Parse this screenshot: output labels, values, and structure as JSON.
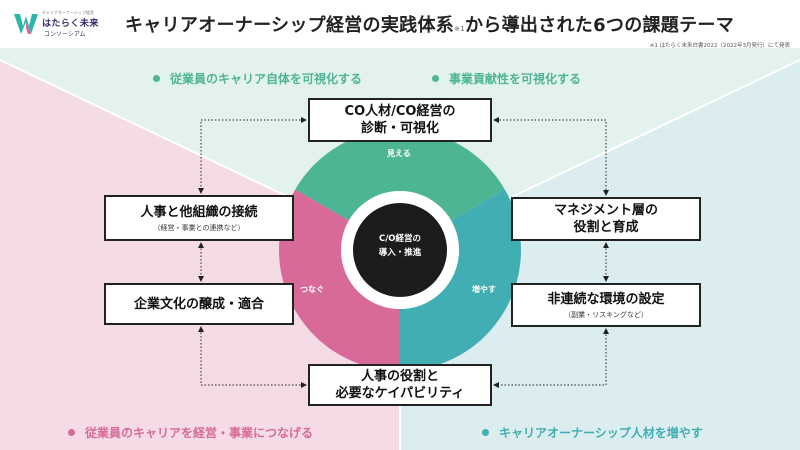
{
  "logo": {
    "sub_text": "キャリアオーナーシップ経営",
    "main_text": "はたらく未来",
    "sub_text2": "コンソーシアム"
  },
  "header": {
    "title_main": "キャリアオーナーシップ経営の実践体系",
    "title_sup": "※1",
    "title_tail": "から導出された6つの課題テーマ",
    "footnote": "※1 はたらく未来白書2022（2022年3月発行）にて発表"
  },
  "corner_labels": {
    "top_left": "従業員のキャリア自体を可視化する",
    "top_right": "事業貢献性を可視化する",
    "bottom_left": "従業員のキャリアを経営・事業につなげる",
    "bottom_right": "キャリアオーナーシップ人材を増やす"
  },
  "ring": {
    "top_label": "見える",
    "left_label": "つなぐ",
    "right_label": "増やす",
    "center_line1": "C/O経営の",
    "center_line2": "導入・推進"
  },
  "boxes": {
    "top": {
      "line1": "CO人材/CO経営の",
      "line2": "診断・可視化"
    },
    "left1": {
      "line1": "人事と他組織の接続",
      "sub": "（経営・事業との連携など）"
    },
    "left2": {
      "line1": "企業文化の醸成・適合"
    },
    "right1": {
      "line1": "マネジメント層の",
      "line2": "役割と育成"
    },
    "right2": {
      "line1": "非連続な環境の設定",
      "sub": "（副業・リスキングなど）"
    },
    "bottom": {
      "line1": "人事の役割と",
      "line2": "必要なケイパビリティ"
    }
  },
  "colors": {
    "green": "#4eb594",
    "pink": "#d86a9a",
    "teal": "#41aeb3",
    "bg_green": "#e4f2ee",
    "bg_pink": "#f5dbe6",
    "bg_teal": "#dcedef",
    "center": "#1c1c1c"
  }
}
